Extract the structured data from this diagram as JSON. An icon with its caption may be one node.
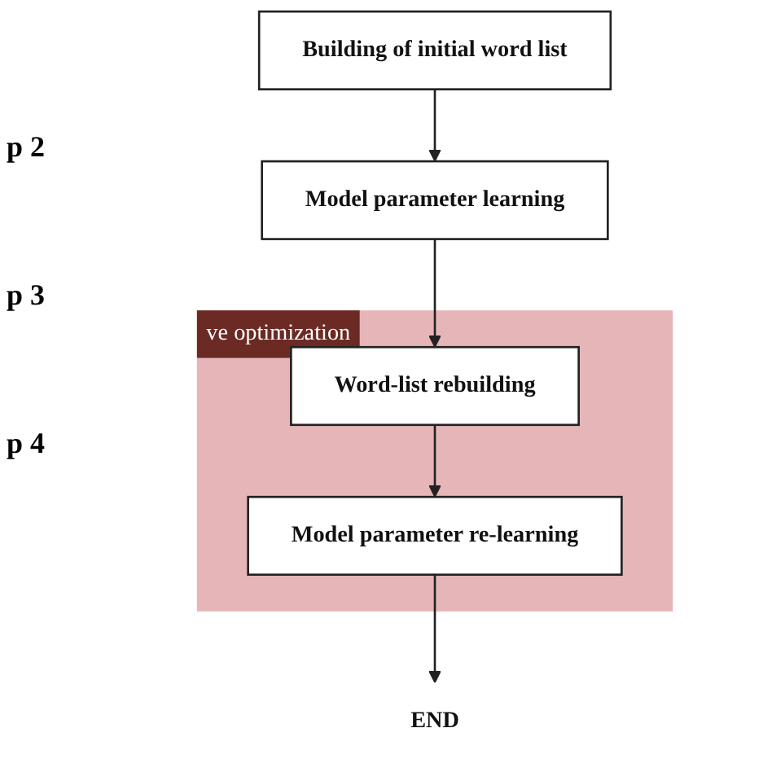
{
  "diagram": {
    "nodes": [
      {
        "text": [
          "Building of initial word list"
        ]
      },
      {
        "text": [
          "Model parameter learning"
        ]
      },
      {
        "text": [
          "ve optimization"
        ]
      },
      {
        "text": [
          "Word-list rebuilding"
        ],
        "in": 2
      },
      {
        "text": [
          "Model parameter re-learning"
        ],
        "in": 2
      },
      {
        "text": [
          "END"
        ]
      }
    ],
    "edges": [
      {
        "from": 0,
        "to": 1,
        "arrow": "to"
      },
      {
        "from": 1,
        "to": 3,
        "arrow": "to"
      },
      {
        "from": 3,
        "to": 4,
        "arrow": "to"
      },
      {
        "from": 4,
        "to": 5,
        "arrow": "to"
      }
    ],
    "labels": [
      "p 2",
      "p 3",
      "p 4"
    ]
  }
}
